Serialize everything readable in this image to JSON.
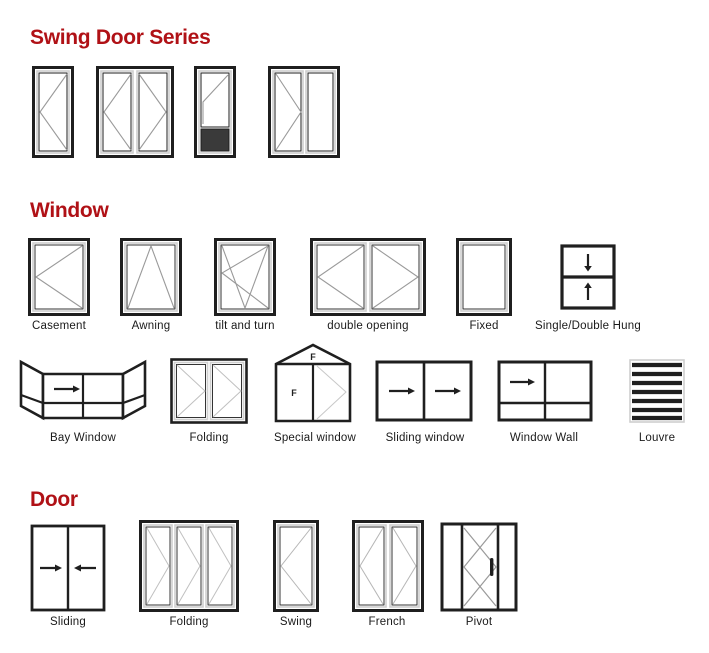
{
  "page": {
    "background": "#ffffff",
    "heading_color": "#B01116",
    "line_color": "#1f1f1f",
    "glass_line_color": "#9a9a9a",
    "panel_fill": "#3a3a3a"
  },
  "sections": [
    {
      "id": "swing-door-series",
      "title": "Swing Door Series",
      "title_font_size": "21px",
      "items": [
        {
          "id": "swing-single",
          "caption": "",
          "type": "single-leaf-hinge-left"
        },
        {
          "id": "swing-double",
          "caption": "",
          "type": "double-leaf-hinge"
        },
        {
          "id": "swing-panel",
          "caption": "",
          "type": "single-leaf-with-panel"
        },
        {
          "id": "swing-pair-fixed",
          "caption": "",
          "type": "leaf-plus-fixed"
        }
      ]
    },
    {
      "id": "window",
      "title": "Window",
      "title_font_size": "21px",
      "rows": [
        {
          "id": "window-row-1",
          "items": [
            {
              "id": "casement",
              "caption": "Casement"
            },
            {
              "id": "awning",
              "caption": "Awning"
            },
            {
              "id": "tilt-and-turn",
              "caption": "tilt and turn"
            },
            {
              "id": "double-opening",
              "caption": "double opening"
            },
            {
              "id": "fixed",
              "caption": "Fixed"
            },
            {
              "id": "single-double-hung",
              "caption": "Single/Double Hung"
            }
          ]
        },
        {
          "id": "window-row-2",
          "items": [
            {
              "id": "bay-window",
              "caption": "Bay Window"
            },
            {
              "id": "folding-window",
              "caption": "Folding"
            },
            {
              "id": "special-window",
              "caption": "Special window",
              "marks": [
                "F",
                "F"
              ]
            },
            {
              "id": "sliding-window",
              "caption": "Sliding window"
            },
            {
              "id": "window-wall",
              "caption": "Window Wall"
            },
            {
              "id": "louvre",
              "caption": "Louvre",
              "slat_count": 7
            }
          ]
        }
      ]
    },
    {
      "id": "door",
      "title": "Door",
      "title_font_size": "21px",
      "items": [
        {
          "id": "door-sliding",
          "caption": "Sliding"
        },
        {
          "id": "door-folding",
          "caption": "Folding"
        },
        {
          "id": "door-swing",
          "caption": "Swing"
        },
        {
          "id": "door-french",
          "caption": "French"
        },
        {
          "id": "door-pivot",
          "caption": "Pivot"
        }
      ]
    }
  ]
}
